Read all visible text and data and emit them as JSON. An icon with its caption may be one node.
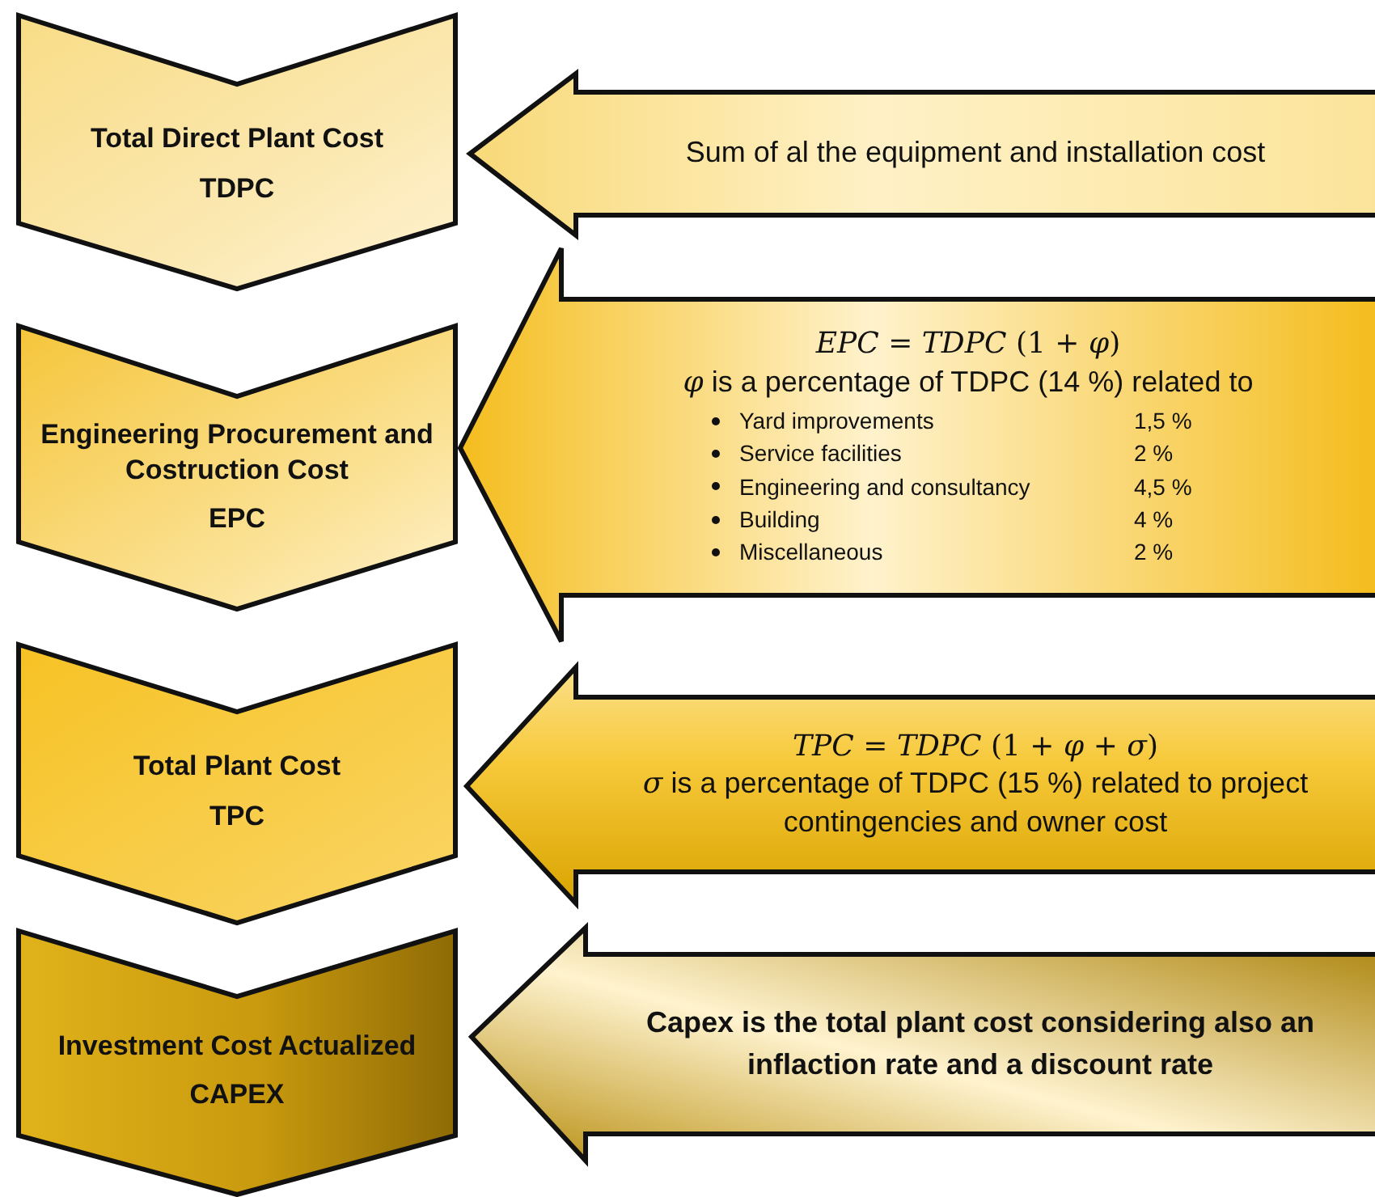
{
  "diagram": {
    "nodes": [
      {
        "text": [
          "Total Direct Plant Cost",
          "TDPC"
        ]
      },
      {
        "text": [
          "Sum of al the equipment and installation cost"
        ]
      },
      {
        "text": [
          "Engineering Procurement and Costruction Cost",
          "EPC"
        ]
      },
      {
        "text": [
          "*EPC* = *TDPC* (1 + *φ*)",
          "*φ* is a percentage of TDPC (14 %) related to",
          "Yard improvements",
          "1,5 %",
          "Service facilities",
          "2 %",
          "Engineering and consultancy",
          "4,5 %",
          "Building",
          "4 %",
          "Miscellaneous",
          "2 %"
        ]
      },
      {
        "text": [
          "Total Plant Cost",
          "TPC"
        ]
      },
      {
        "text": [
          "*TPC* = *TDPC* (1 + *φ* + *σ*)",
          "*σ* is a percentage of TDPC (15 %) related to project contingencies and owner cost"
        ]
      },
      {
        "text": [
          "Investment Cost Actualized",
          "CAPEX"
        ]
      },
      {
        "text": [
          "Capex is the total plant cost considering also an inflaction rate and a discount rate"
        ]
      }
    ]
  }
}
